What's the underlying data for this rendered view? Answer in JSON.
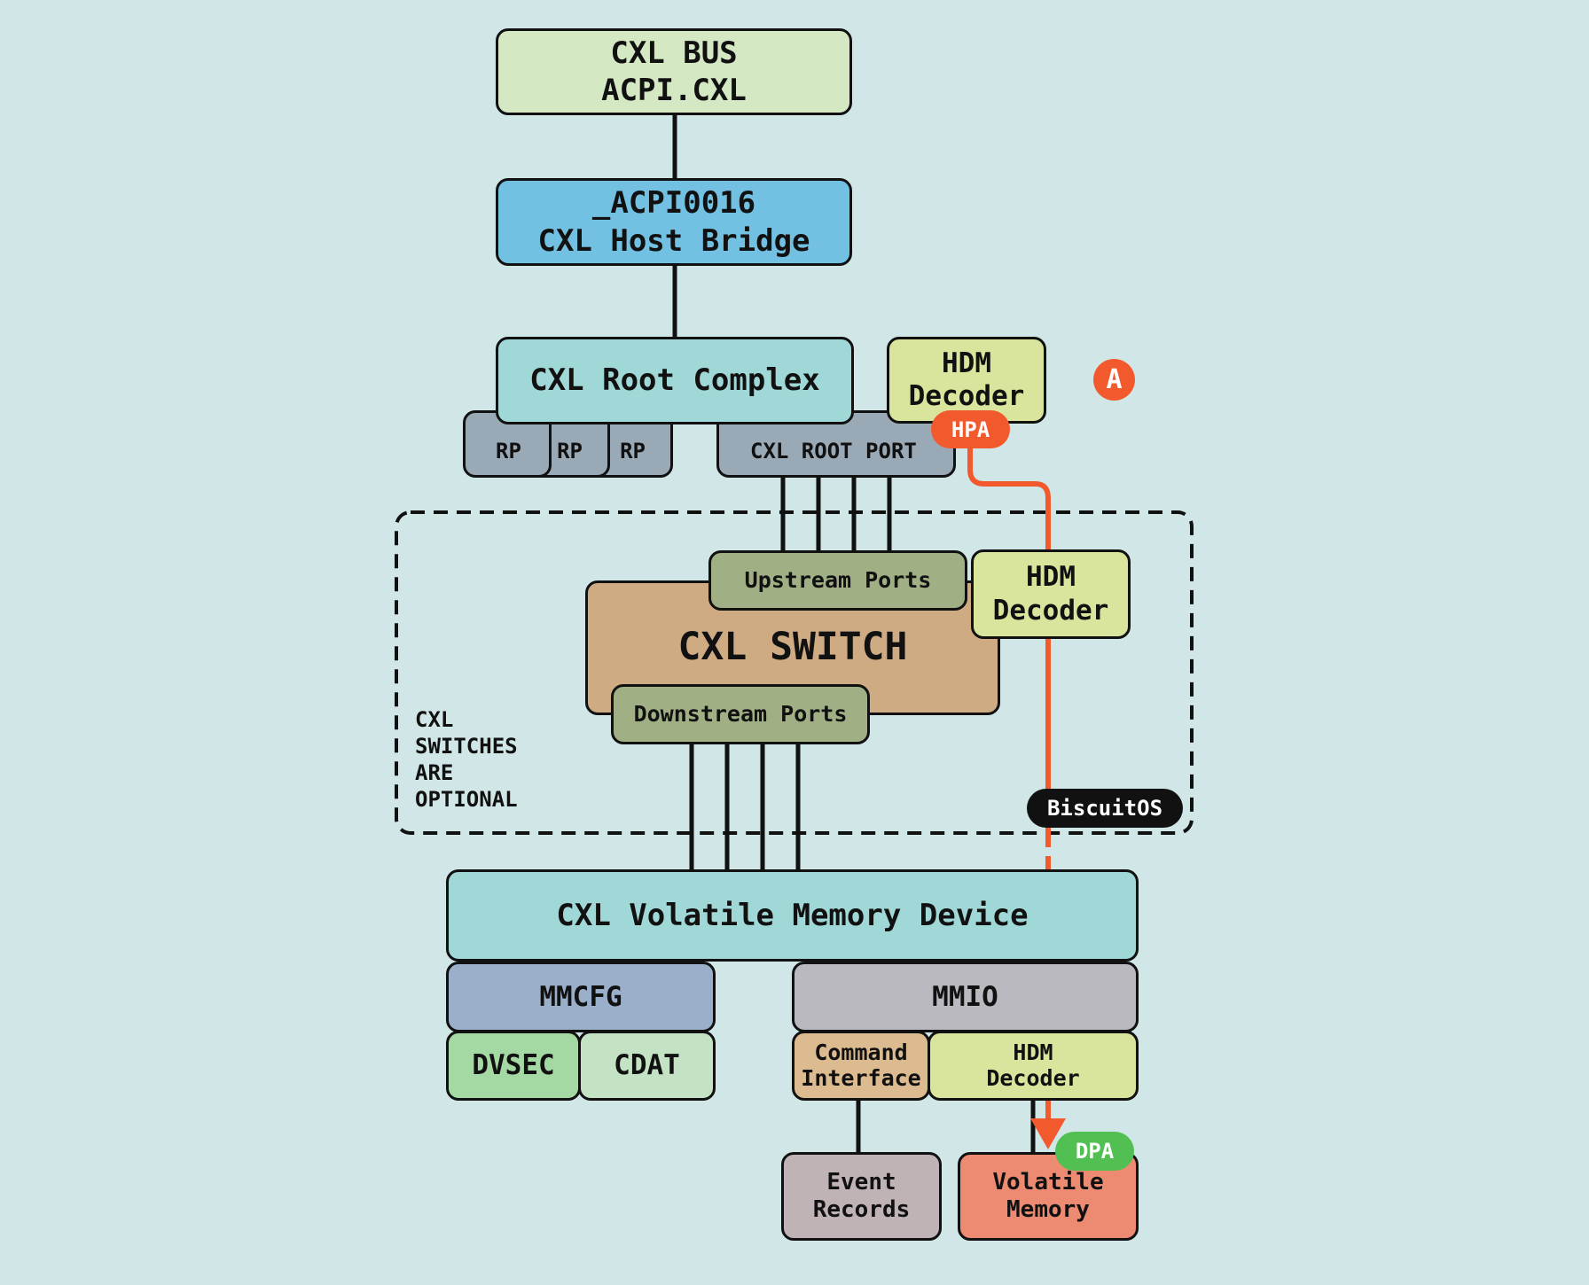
{
  "colors": {
    "background": "#d1e7e7",
    "bus": "#d5e8c4",
    "host_bridge": "#72c0e2",
    "root_complex": "#9fd8d6",
    "port_gray": "#9aa9b6",
    "hdm_decoder": "#d9e59c",
    "switch": "#cfab84",
    "switch_ports": "#a0af84",
    "memory_device": "#9fd8d6",
    "mmcfg": "#9aafc9",
    "mmio": "#bab9c0",
    "dvsec": "#a5d9a3",
    "cdat": "#c4e2c4",
    "command_interface": "#dcbb90",
    "event_records": "#bfb3b6",
    "volatile_memory": "#ec8b72",
    "path_accent": "#f25a2e",
    "dpa": "#52bf52",
    "watermark": "#111111"
  },
  "nodes": {
    "cxl_bus": {
      "line1": "CXL BUS",
      "line2": "ACPI.CXL"
    },
    "host_bridge": {
      "line1": "_ACPI0016",
      "line2": "CXL Host Bridge"
    },
    "root_complex": {
      "label": "CXL Root Complex"
    },
    "root_ports": [
      "RP",
      "RP",
      "RP"
    ],
    "cxl_root_port": {
      "label": "CXL ROOT PORT"
    },
    "hdm_decoder_root": {
      "line1": "HDM",
      "line2": "Decoder"
    },
    "upstream_ports": {
      "label": "Upstream Ports"
    },
    "hdm_decoder_switch": {
      "line1": "HDM",
      "line2": "Decoder"
    },
    "cxl_switch": {
      "label": "CXL SWITCH"
    },
    "downstream_ports": {
      "label": "Downstream Ports"
    },
    "switch_note": [
      "CXL",
      "SWITCHES",
      "ARE",
      "OPTIONAL"
    ],
    "memory_device": {
      "label": "CXL Volatile Memory Device"
    },
    "mmcfg": {
      "label": "MMCFG"
    },
    "mmio": {
      "label": "MMIO"
    },
    "dvsec": {
      "label": "DVSEC"
    },
    "cdat": {
      "label": "CDAT"
    },
    "command_interface": {
      "line1": "Command",
      "line2": "Interface"
    },
    "hdm_decoder_device": {
      "line1": "HDM",
      "line2": "Decoder"
    },
    "event_records": {
      "line1": "Event",
      "line2": "Records"
    },
    "volatile_memory": {
      "line1": "Volatile",
      "line2": "Memory"
    }
  },
  "badges": {
    "marker": "A",
    "hpa": "HPA",
    "dpa": "DPA",
    "watermark": "BiscuitOS"
  }
}
